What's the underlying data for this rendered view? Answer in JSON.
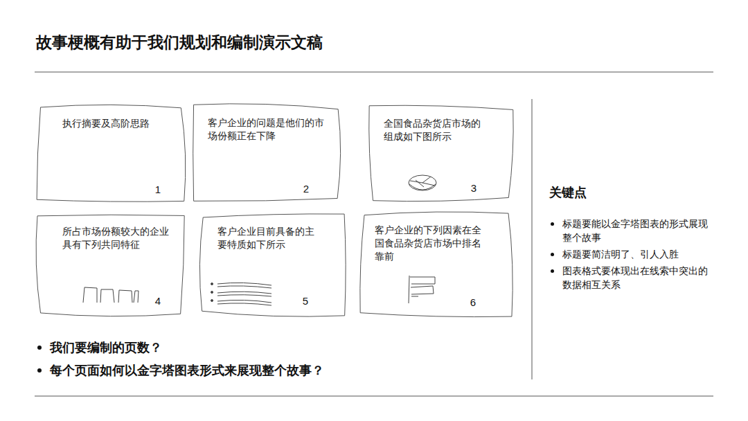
{
  "diagram": {
    "title": "故事梗概有助于我们规划和编制演示文稿",
    "nodes": [
      {
        "text": [
          "执行摘要及高阶思路",
          "1"
        ]
      },
      {
        "text": [
          "客户企业的问题是他们的市场份额正在下降",
          "2"
        ]
      },
      {
        "text": [
          "全国食品杂货店市场的组成如下图所示",
          "3"
        ]
      },
      {
        "text": [
          "所占市场份额较大的企业具有下列共同特征",
          "4"
        ]
      },
      {
        "text": [
          "客户企业目前具备的主要特质如下所示",
          "5"
        ]
      },
      {
        "text": [
          "客户企业的下列因素在全国食品杂货店市场中排名靠前",
          "6"
        ]
      }
    ],
    "labels": [
      "关键点",
      "标题要能以金字塔图表的形式展现整个故事",
      "标题要简洁明了、引人入胜",
      "图表格式要体现出在线索中突出的数据相互关系",
      "我们要编制的页数？",
      "每个页面如何以金字塔图表形式来展现整个故事？"
    ]
  }
}
